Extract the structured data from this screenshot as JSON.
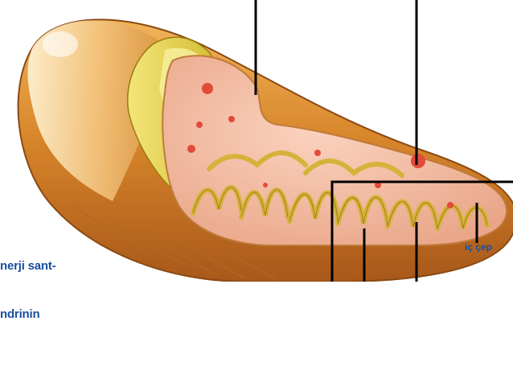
{
  "caption": {
    "lines": [
      "nerji sant-",
      "ndrinin",
      ""
    ]
  },
  "labels": {
    "inner_membrane": "iç çep"
  },
  "colors": {
    "label_text": "#1a4f9e",
    "leader_lines": "#000000",
    "outer_membrane": "#d9862a",
    "inner_yellow": "#e7d23a",
    "matrix": "#f3b8a0",
    "dots": "#e24a3a"
  }
}
